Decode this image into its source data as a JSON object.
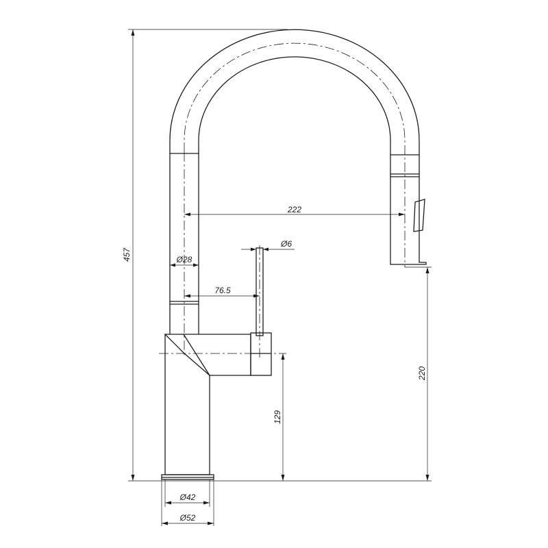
{
  "drawing": {
    "dimensions": {
      "total_height": "457",
      "reach": "222",
      "lever_diameter": "Ø6",
      "tube_diameter": "Ø28",
      "lever_offset": "76.5",
      "lever_axis_height": "129",
      "outlet_height": "220",
      "base_inner_diameter": "Ø42",
      "base_outer_diameter": "Ø52"
    }
  }
}
